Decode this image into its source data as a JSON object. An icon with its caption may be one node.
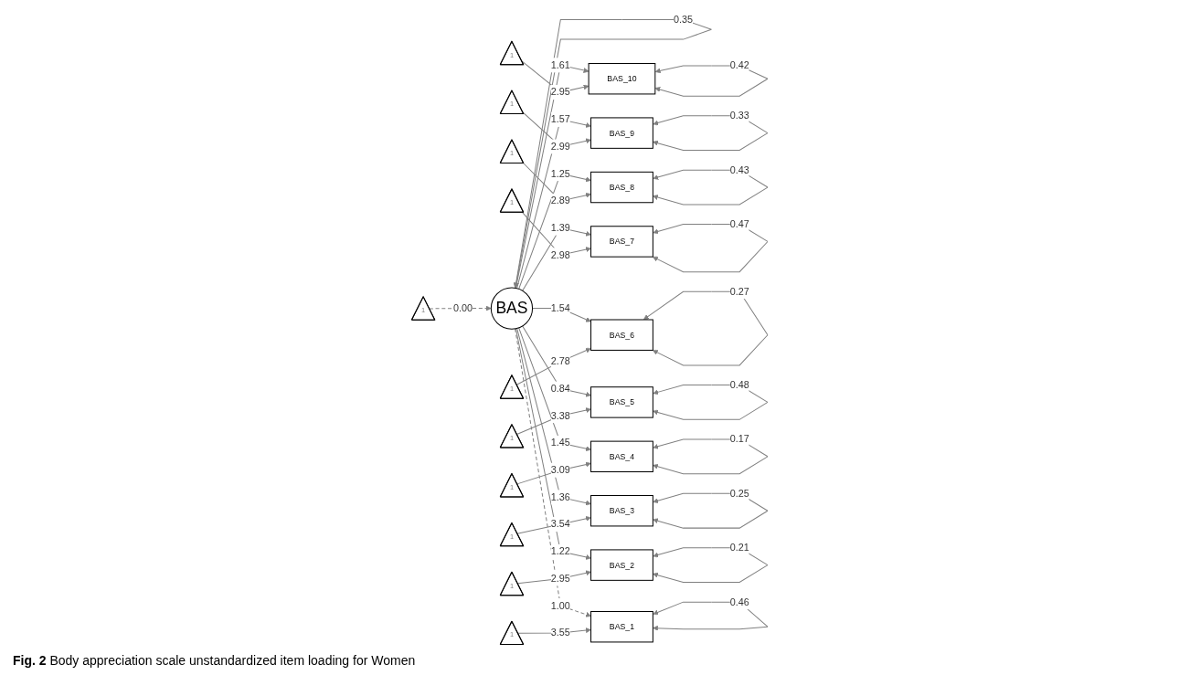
{
  "diagram": {
    "caption": "**Fig. 2** Body appreciation scale unstandardized item loading for Women",
    "nodes": [
      {
        "text": [
          "1"
        ]
      },
      {
        "text": [
          "BAS"
        ]
      },
      {
        "text": [
          "BAS_10"
        ]
      },
      {
        "text": [
          "BAS_9"
        ]
      },
      {
        "text": [
          "BAS_8"
        ]
      },
      {
        "text": [
          "BAS_7"
        ]
      },
      {
        "text": [
          "BAS_6"
        ]
      },
      {
        "text": [
          "BAS_5"
        ]
      },
      {
        "text": [
          "BAS_4"
        ]
      },
      {
        "text": [
          "BAS_3"
        ]
      },
      {
        "text": [
          "BAS_2"
        ]
      },
      {
        "text": [
          "BAS_1"
        ]
      },
      {
        "text": [
          "1"
        ]
      },
      {
        "text": [
          "1"
        ]
      },
      {
        "text": [
          "1"
        ]
      },
      {
        "text": [
          "1"
        ]
      },
      {
        "text": [
          "1"
        ]
      },
      {
        "text": [
          "1"
        ]
      },
      {
        "text": [
          "1"
        ]
      },
      {
        "text": [
          "1"
        ]
      },
      {
        "text": [
          "1"
        ]
      },
      {
        "text": [
          "1"
        ]
      }
    ],
    "edges": [
      {
        "from": 0,
        "to": 1,
        "arrow": "to",
        "label": "0.00",
        "style": "dashed"
      },
      {
        "from": 1,
        "to": 1,
        "arrow": "both",
        "label": "0.35"
      },
      {
        "from": 1,
        "to": 2,
        "arrow": "to",
        "label": "1.61"
      },
      {
        "from": 1,
        "to": 3,
        "arrow": "to",
        "label": "1.57"
      },
      {
        "from": 1,
        "to": 4,
        "arrow": "to",
        "label": "1.25"
      },
      {
        "from": 1,
        "to": 5,
        "arrow": "to",
        "label": "1.39"
      },
      {
        "from": 1,
        "to": 6,
        "arrow": "to",
        "label": "1.54"
      },
      {
        "from": 1,
        "to": 7,
        "arrow": "to",
        "label": "0.84"
      },
      {
        "from": 1,
        "to": 8,
        "arrow": "to",
        "label": "1.45"
      },
      {
        "from": 1,
        "to": 9,
        "arrow": "to",
        "label": "1.36"
      },
      {
        "from": 1,
        "to": 10,
        "arrow": "to",
        "label": "1.22"
      },
      {
        "from": 1,
        "to": 11,
        "arrow": "to",
        "label": "1.00",
        "style": "dashed"
      },
      {
        "from": 2,
        "to": 2,
        "arrow": "both",
        "label": "0.42"
      },
      {
        "from": 3,
        "to": 3,
        "arrow": "both",
        "label": "0.33"
      },
      {
        "from": 4,
        "to": 4,
        "arrow": "both",
        "label": "0.43"
      },
      {
        "from": 5,
        "to": 5,
        "arrow": "both",
        "label": "0.47"
      },
      {
        "from": 6,
        "to": 6,
        "arrow": "both",
        "label": "0.27"
      },
      {
        "from": 7,
        "to": 7,
        "arrow": "both",
        "label": "0.48"
      },
      {
        "from": 8,
        "to": 8,
        "arrow": "both",
        "label": "0.17"
      },
      {
        "from": 9,
        "to": 9,
        "arrow": "both",
        "label": "0.25"
      },
      {
        "from": 10,
        "to": 10,
        "arrow": "both",
        "label": "0.21"
      },
      {
        "from": 11,
        "to": 11,
        "arrow": "both",
        "label": "0.46"
      },
      {
        "from": 12,
        "to": 2,
        "arrow": "to",
        "label": "2.95"
      },
      {
        "from": 13,
        "to": 3,
        "arrow": "to",
        "label": "2.99"
      },
      {
        "from": 14,
        "to": 4,
        "arrow": "to",
        "label": "2.89"
      },
      {
        "from": 15,
        "to": 5,
        "arrow": "to",
        "label": "2.98"
      },
      {
        "from": 16,
        "to": 6,
        "arrow": "to",
        "label": "2.78"
      },
      {
        "from": 17,
        "to": 7,
        "arrow": "to",
        "label": "3.38"
      },
      {
        "from": 18,
        "to": 8,
        "arrow": "to",
        "label": "3.09"
      },
      {
        "from": 19,
        "to": 9,
        "arrow": "to",
        "label": "3.54"
      },
      {
        "from": 20,
        "to": 10,
        "arrow": "to",
        "label": "2.95"
      },
      {
        "from": 21,
        "to": 11,
        "arrow": "to",
        "label": "3.55"
      }
    ]
  }
}
